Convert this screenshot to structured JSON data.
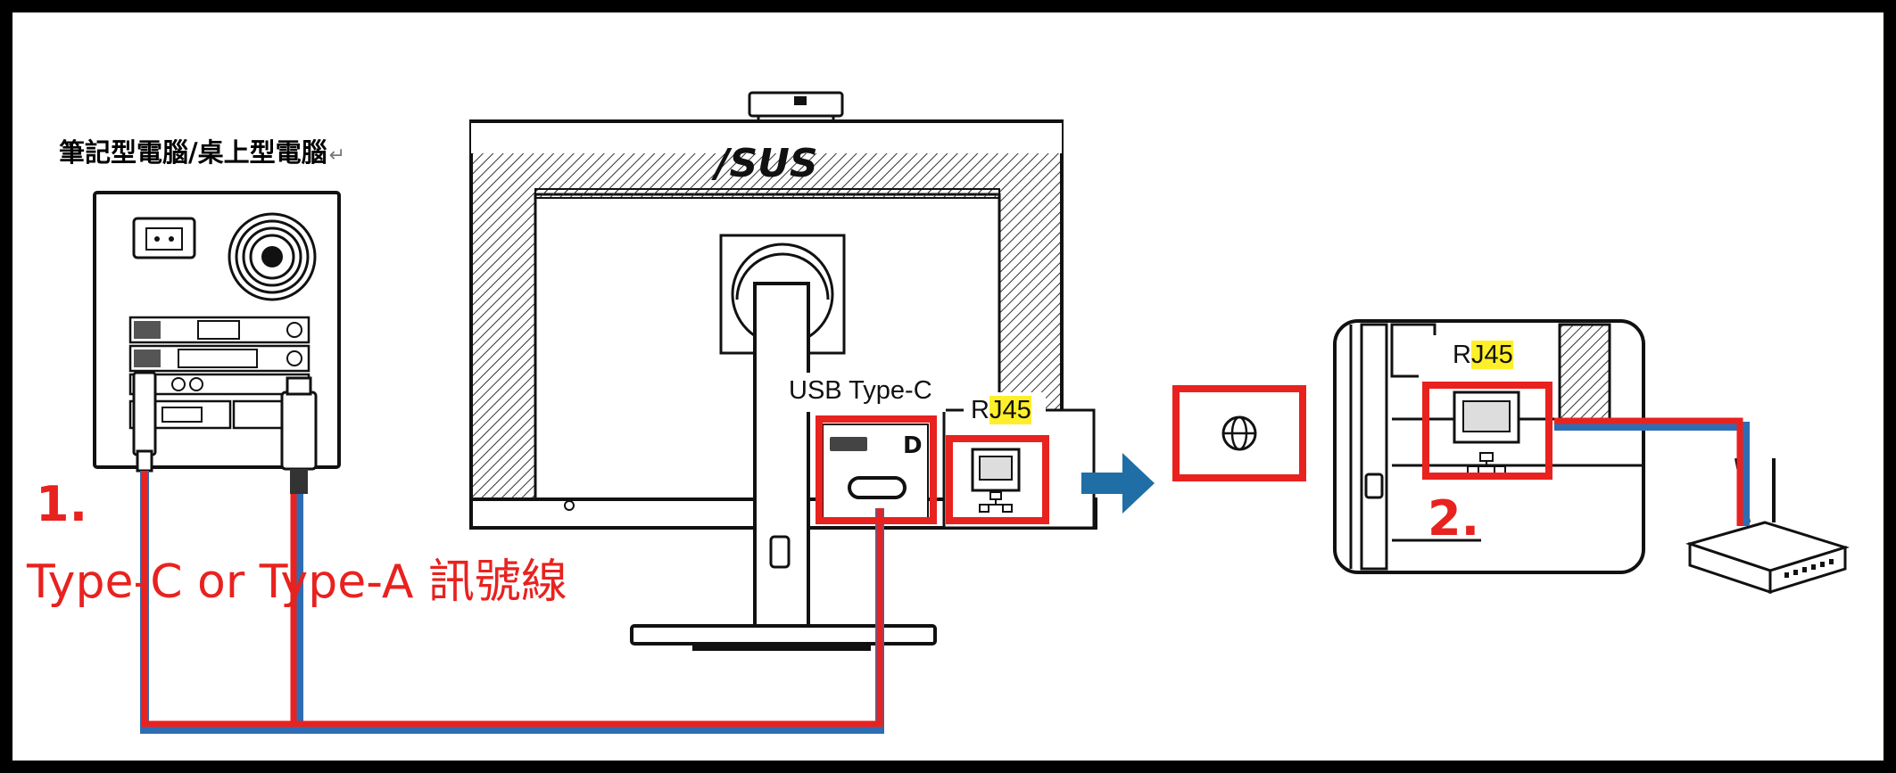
{
  "labels": {
    "pc_title": "筆記型電腦/桌上型電腦",
    "pc_title_mark": "↵",
    "step1": "1.",
    "step2": "2.",
    "cable": "Type-C or Type-A 訊號線",
    "usb_typec": "USB Type-C",
    "rj45_prefix_1": "R",
    "rj45_hl_1": "J45",
    "rj45_prefix_2": "R",
    "rj45_hl_2": "J45",
    "brand": "/SUS"
  },
  "colors": {
    "highlight_red": "#e8221f",
    "cable_blue": "#2f6db3",
    "arrow_blue": "#1f6fa6",
    "rj45_highlight": "#ffef2a",
    "border": "#000000"
  },
  "icons": [
    "globe-icon",
    "network-icon",
    "displayport-icon",
    "usb-icon",
    "webcam-icon",
    "router-icon"
  ]
}
